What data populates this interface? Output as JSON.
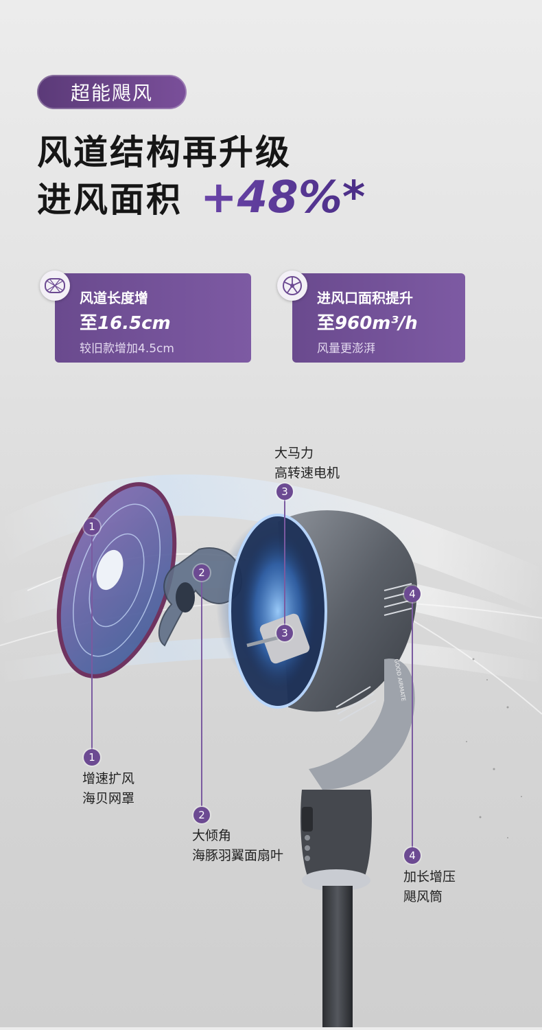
{
  "badge": "超能飓风",
  "headline": {
    "line1": "风道结构再升级",
    "line2": "进风面积",
    "highlight": "+48%*"
  },
  "cards": [
    {
      "icon": "air-duct-mesh-icon",
      "title": "风道长度增",
      "value_prefix": "至",
      "value": "16.5cm",
      "sub": "较旧款增加4.5cm"
    },
    {
      "icon": "fan-inlet-icon",
      "title": "进风口面积提升",
      "value_prefix": "至",
      "value": "960m³/h",
      "sub": "风量更澎湃"
    }
  ],
  "product": {
    "brand_mark": "AIRMATE",
    "body_text": "GOOD AIRMATE"
  },
  "callouts": [
    {
      "num": "1",
      "line1": "增速扩风",
      "line2": "海贝网罩"
    },
    {
      "num": "2",
      "line1": "大倾角",
      "line2": "海豚羽翼面扇叶"
    },
    {
      "num": "3",
      "line1": "大马力",
      "line2": "高转速电机"
    },
    {
      "num": "4",
      "line1": "加长增压",
      "line2": "飓风筒"
    }
  ],
  "colors": {
    "accent_purple": "#6c4a92",
    "card_purple": "#7d5aa3",
    "headline_dark": "#161616"
  }
}
